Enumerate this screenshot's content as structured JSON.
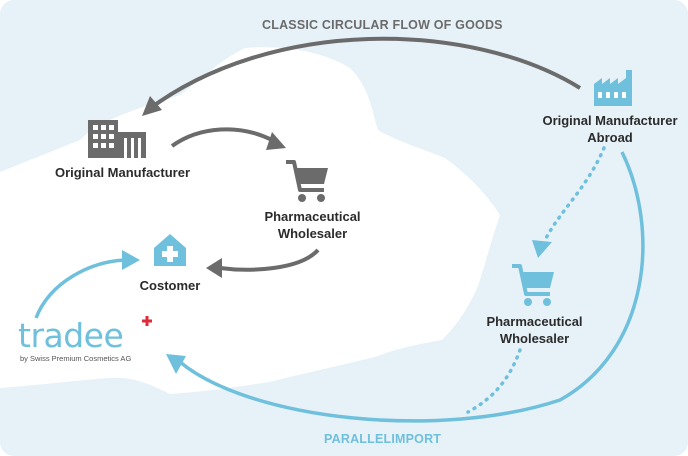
{
  "header_top": "CLASSIC CIRCULAR FLOW OF GOODS",
  "header_bottom": "PARALLELIMPORT",
  "nodes": {
    "original_manufacturer": "Original Manufacturer",
    "pharma_wholesaler_1": "Pharmaceutical",
    "pharma_wholesaler_2": "Wholesaler",
    "customer": "Costomer",
    "abroad_1": "Original Manufacturer",
    "abroad_2": "Abroad",
    "abroad_wholesaler_1": "Pharmaceutical",
    "abroad_wholesaler_2": "Wholesaler"
  },
  "logo": {
    "word": "tradee",
    "tagline": "by Swiss Premium Cosmetics AG"
  },
  "colors": {
    "background": "#e6f1f8",
    "map": "#ffffff",
    "dark": "#6b6b6b",
    "accent": "#6fc0dc",
    "logo_cross": "#e02b3a"
  },
  "icons": [
    "building-icon",
    "cart-icon",
    "hospital-icon",
    "factory-icon",
    "cart-icon",
    "swiss-cross-icon"
  ]
}
